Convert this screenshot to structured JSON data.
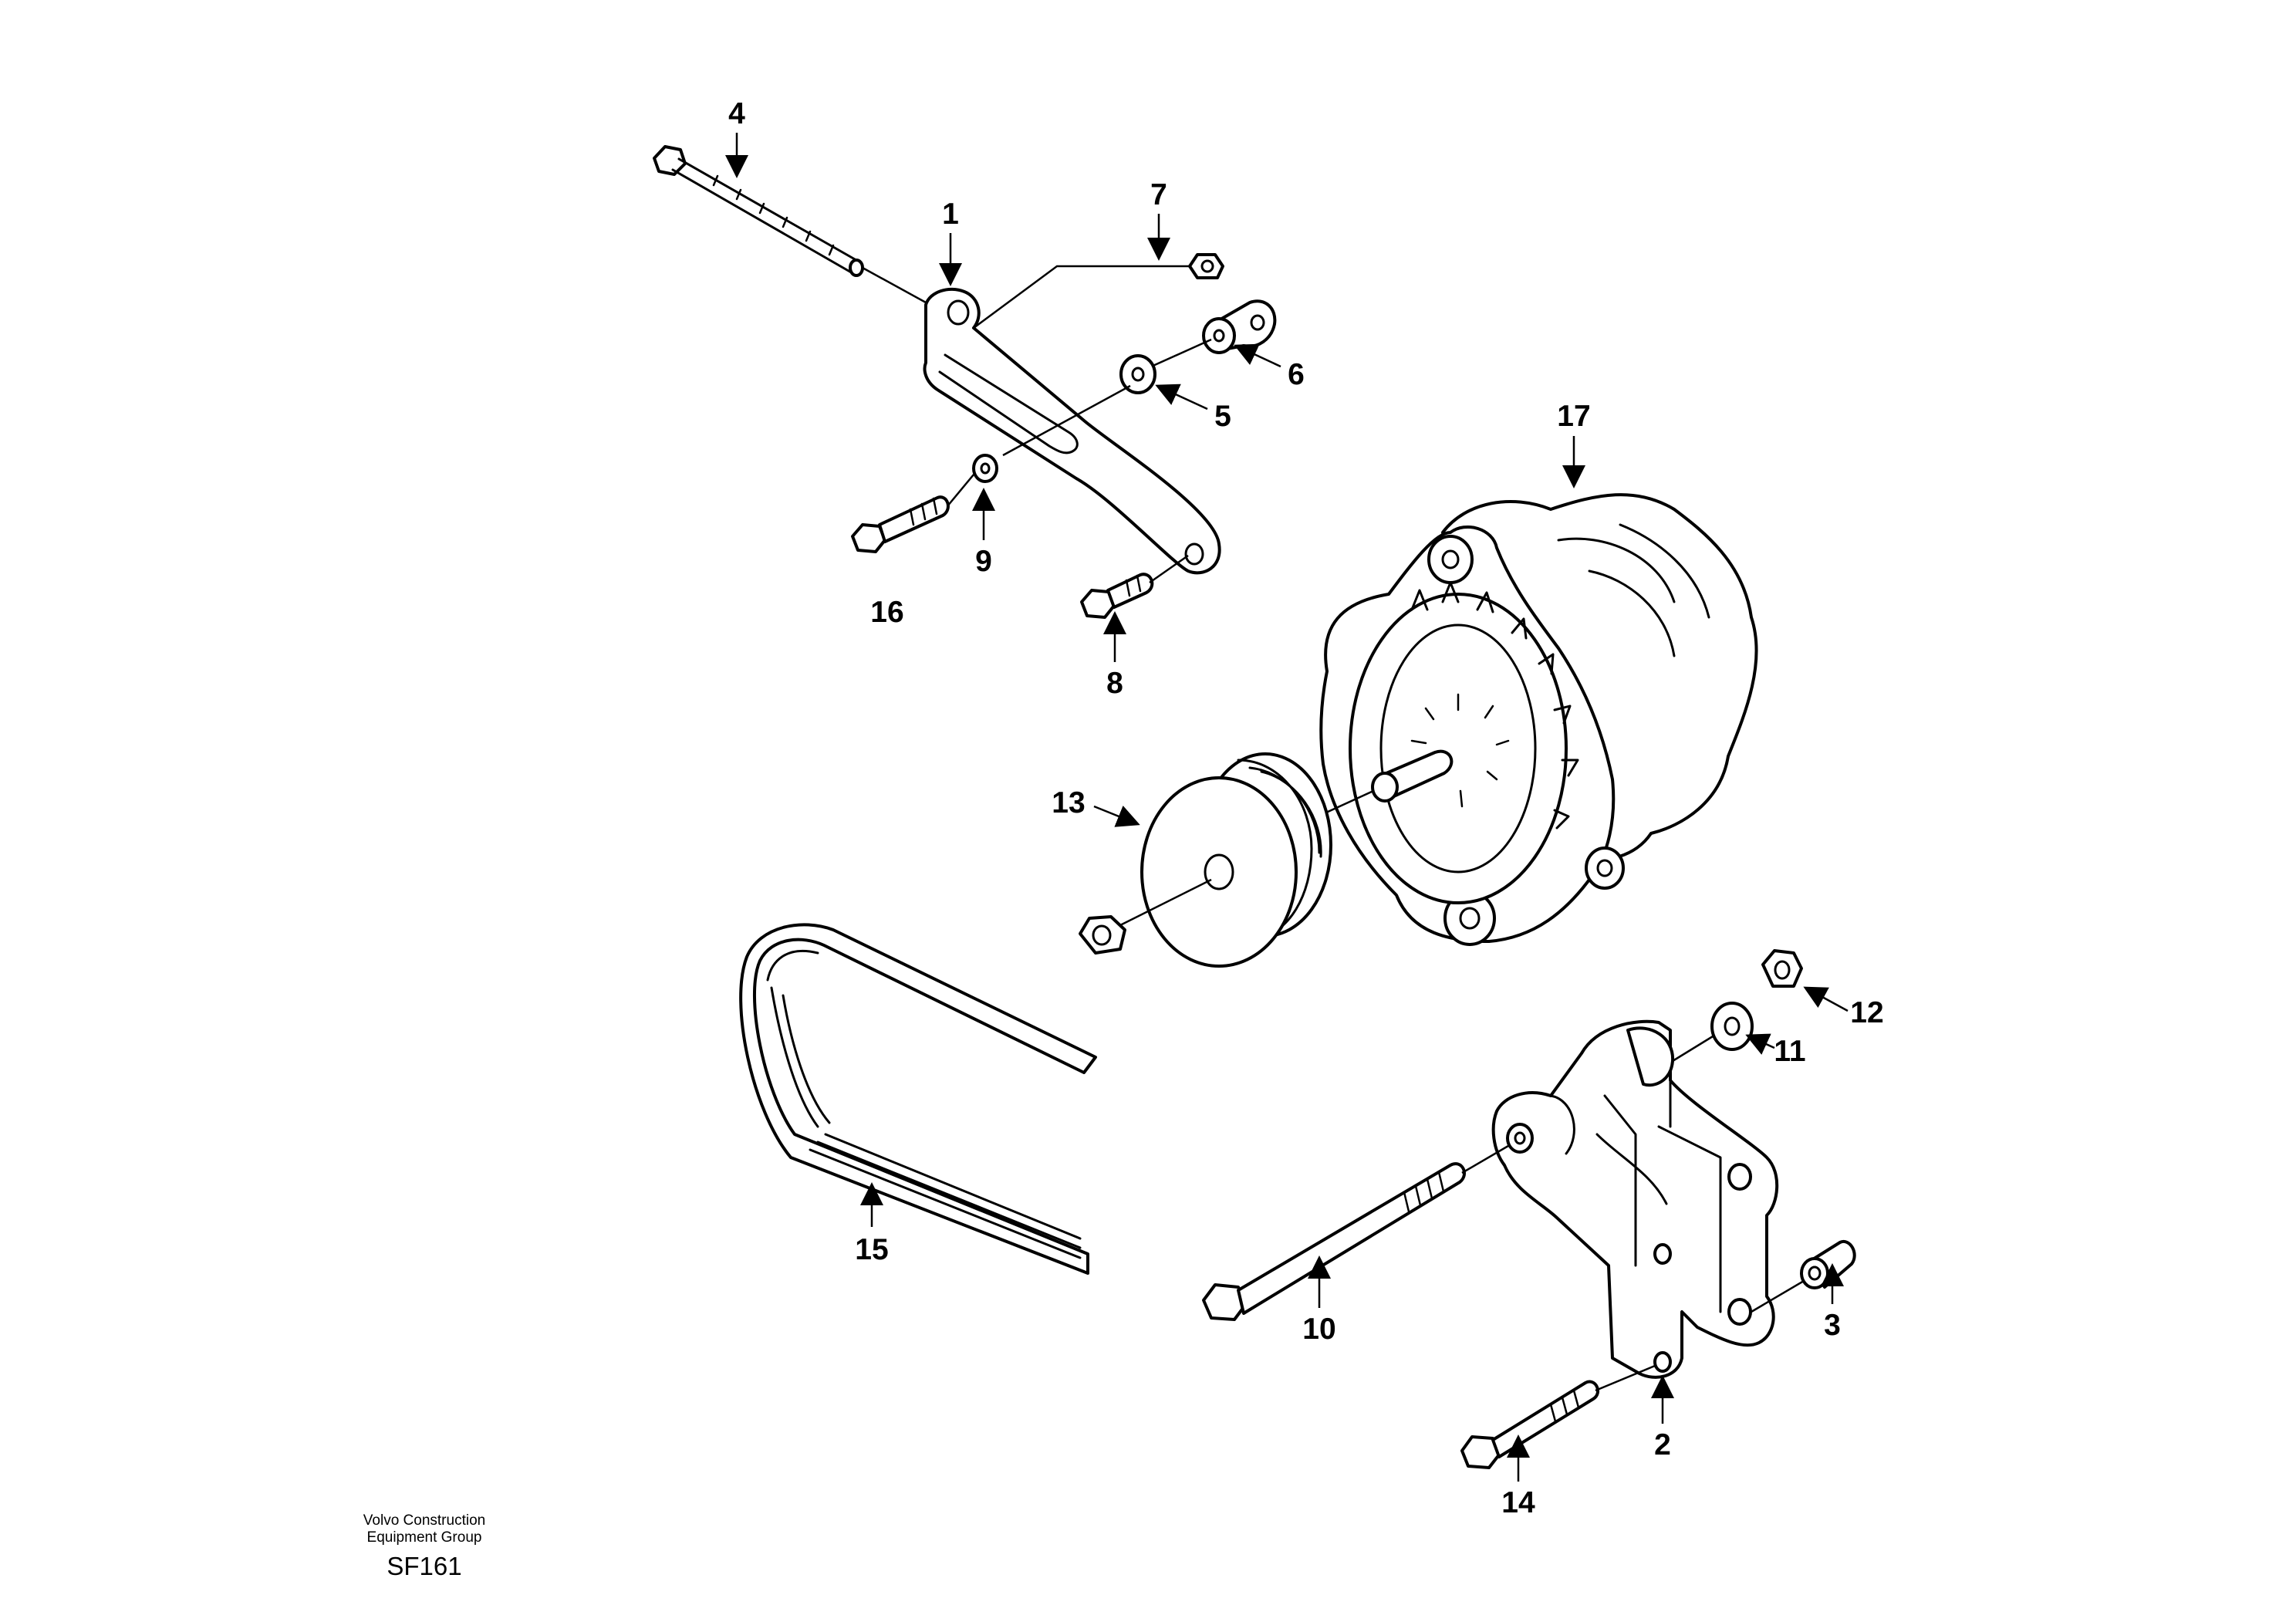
{
  "footer": {
    "company_line1": "Volvo Construction",
    "company_line2": "Equipment Group",
    "code": "SF161"
  },
  "callouts": {
    "c1": "1",
    "c2": "2",
    "c3": "3",
    "c4": "4",
    "c5": "5",
    "c6": "6",
    "c7": "7",
    "c8": "8",
    "c9": "9",
    "c10": "10",
    "c11": "11",
    "c12": "12",
    "c13": "13",
    "c14": "14",
    "c15": "15",
    "c16": "16",
    "c17": "17"
  }
}
